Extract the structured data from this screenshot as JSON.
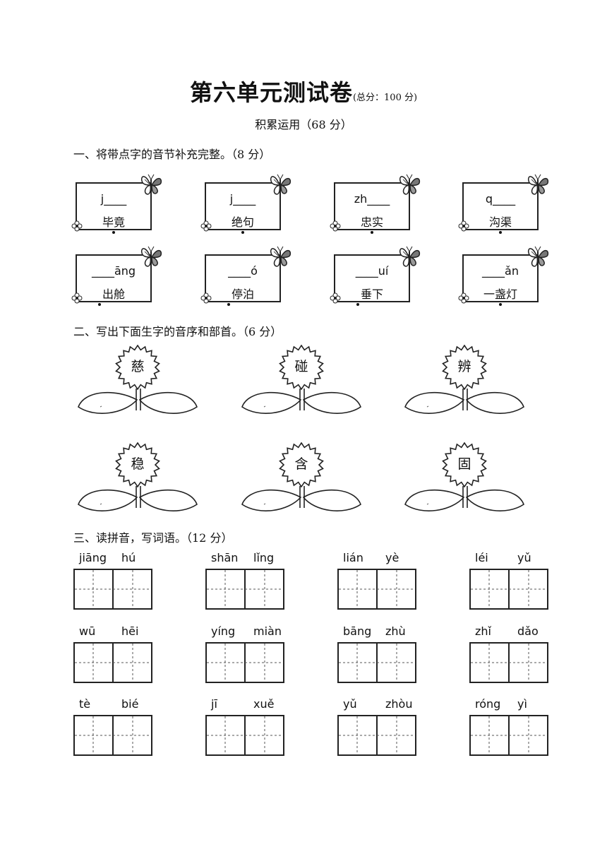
{
  "header": {
    "title": "第六单元测试卷",
    "title_note": "(总分：100 分)",
    "subtitle": "积累运用（68 分）"
  },
  "section1": {
    "heading": "一、将带点字的音节补充完整。（8 分）",
    "items": [
      {
        "pinyin": "j____",
        "word": "毕竟"
      },
      {
        "pinyin": "j____",
        "word": "绝句"
      },
      {
        "pinyin": "zh____",
        "word": "忠实"
      },
      {
        "pinyin": "q____",
        "word": "沟渠"
      },
      {
        "pinyin": "____āng",
        "word": "出舱"
      },
      {
        "pinyin": "____ó",
        "word": "停泊"
      },
      {
        "pinyin": "____uí",
        "word": "垂下"
      },
      {
        "pinyin": "____ǎn",
        "word": "一盏灯"
      }
    ]
  },
  "section2": {
    "heading": "二、写出下面生字的音序和部首。（6 分）",
    "chars": [
      "慈",
      "碰",
      "辨",
      "稳",
      "含",
      "固"
    ]
  },
  "section3": {
    "heading": "三、读拼音，写词语。（12 分）",
    "words": [
      {
        "a": "jiāng",
        "b": "hú"
      },
      {
        "a": "shān",
        "b": "lǐng"
      },
      {
        "a": "lián",
        "b": "yè"
      },
      {
        "a": "léi",
        "b": "yǔ"
      },
      {
        "a": "wū",
        "b": "hēi"
      },
      {
        "a": "yíng",
        "b": "miàn"
      },
      {
        "a": "bāng",
        "b": "zhù"
      },
      {
        "a": "zhǐ",
        "b": "dǎo"
      },
      {
        "a": "tè",
        "b": "bié"
      },
      {
        "a": "jī",
        "b": "xuě"
      },
      {
        "a": "yǔ",
        "b": "zhòu"
      },
      {
        "a": "róng",
        "b": "yì"
      }
    ]
  },
  "icons": {
    "card_decoration": "butterfly-icon",
    "card_corner": "flower-icon",
    "plant": "sunflower-leaves-illustration"
  }
}
